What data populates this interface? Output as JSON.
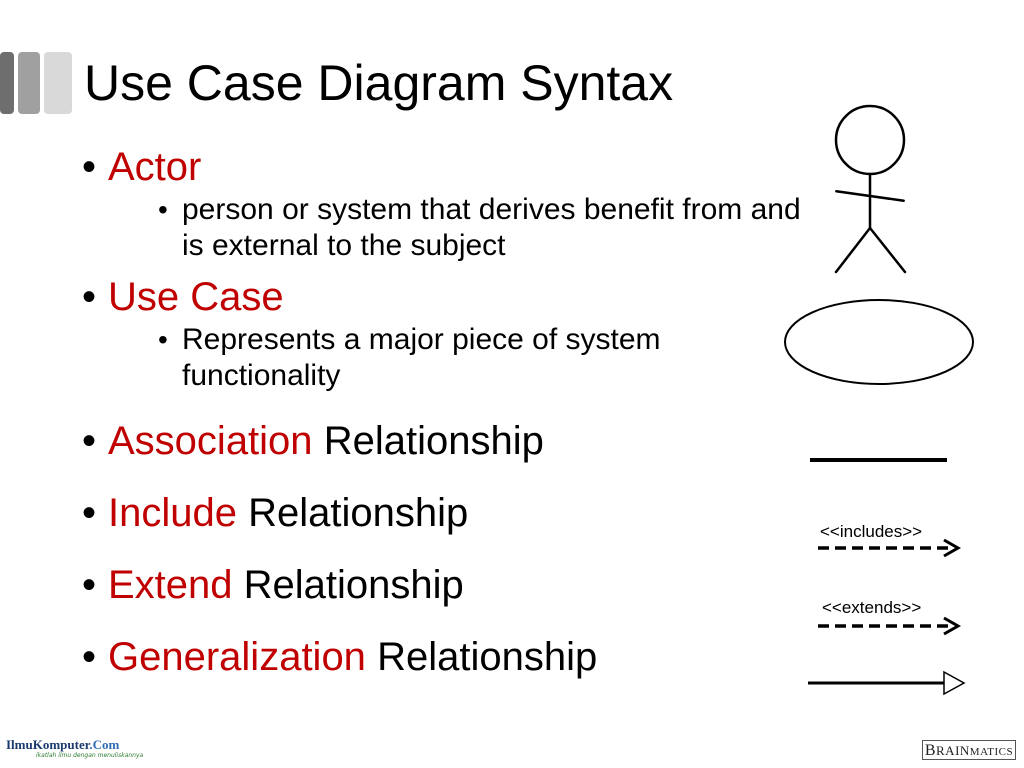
{
  "slide": {
    "title": "Use Case Diagram Syntax",
    "bullet_glyph": "•",
    "items": [
      {
        "term": "Actor",
        "suffix": "",
        "sub": "person or system that derives benefit from and is external to the subject",
        "symbol": "stick-figure-icon"
      },
      {
        "term": "Use Case",
        "suffix": "",
        "sub": "Represents a major piece of system functionality",
        "symbol": "ellipse-icon"
      },
      {
        "term": "Association",
        "suffix": "Relationship",
        "symbol": "solid-line-icon"
      },
      {
        "term": "Include",
        "suffix": "Relationship",
        "stereotype": "<<includes>>",
        "symbol": "dashed-arrow-icon"
      },
      {
        "term": "Extend",
        "suffix": "Relationship",
        "stereotype": "<<extends>>",
        "symbol": "dashed-arrow-icon"
      },
      {
        "term": "Generalization",
        "suffix": "Relationship",
        "symbol": "hollow-triangle-arrow-icon"
      }
    ]
  },
  "footer": {
    "left_logo": {
      "name": "IlmuKomputer",
      "suffix": ".Com",
      "tagline": "ikatlah ilmu dengan menuliskannya"
    },
    "right_logo": {
      "first": "B",
      "middle": "RAIN",
      "last": "MATICS"
    }
  },
  "colors": {
    "accent_red": "#c00000",
    "text": "#000000",
    "title_bar_dark": "#6e6e6e",
    "title_bar_mid": "#a0a0a0",
    "title_bar_light": "#d9d9d9"
  }
}
